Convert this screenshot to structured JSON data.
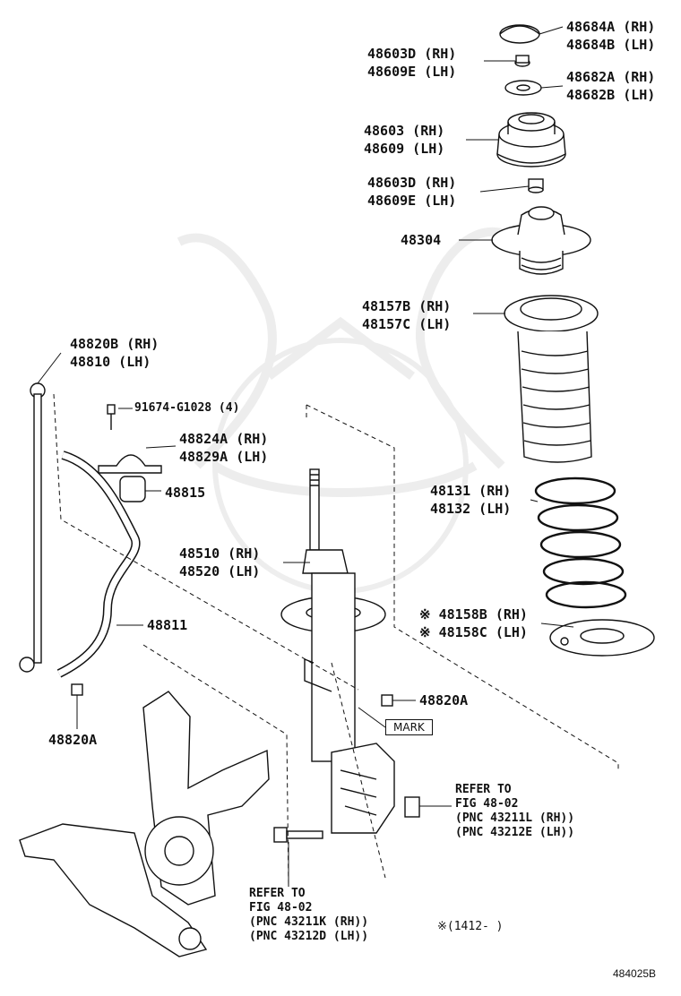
{
  "labels": {
    "p48684": [
      "48684A (RH)",
      "48684B (LH)"
    ],
    "p48603D_top": [
      "48603D (RH)",
      "48609E (LH)"
    ],
    "p48682": [
      "48682A (RH)",
      "48682B (LH)"
    ],
    "p48603": [
      "48603 (RH)",
      "48609 (LH)"
    ],
    "p48603D_mid": [
      "48603D (RH)",
      "48609E (LH)"
    ],
    "p48304": "48304",
    "p48157": [
      "48157B (RH)",
      "48157C (LH)"
    ],
    "p48820B": [
      "48820B (RH)",
      "48810 (LH)"
    ],
    "p91674": "91674-G1028 (4)",
    "p48824": [
      "48824A (RH)",
      "48829A (LH)"
    ],
    "p48815": "48815",
    "p48131": [
      "48131 (RH)",
      "48132 (LH)"
    ],
    "p48510": [
      "48510 (RH)",
      "48520 (LH)"
    ],
    "p48158": [
      "※ 48158B (RH)",
      "※ 48158C (LH)"
    ],
    "p48811": "48811",
    "p48820A_right": "48820A",
    "p48820A_left": "48820A",
    "mark": "MARK"
  },
  "refer_right": [
    "REFER TO",
    "FIG 48-02",
    "(PNC 43211L (RH))",
    "(PNC 43212E (LH))"
  ],
  "refer_bottom": [
    "REFER TO",
    "FIG 48-02",
    "(PNC 43211K (RH))",
    "(PNC 43212D (LH))"
  ],
  "footnote": "※(1412-    )",
  "figure_id": "484025B"
}
